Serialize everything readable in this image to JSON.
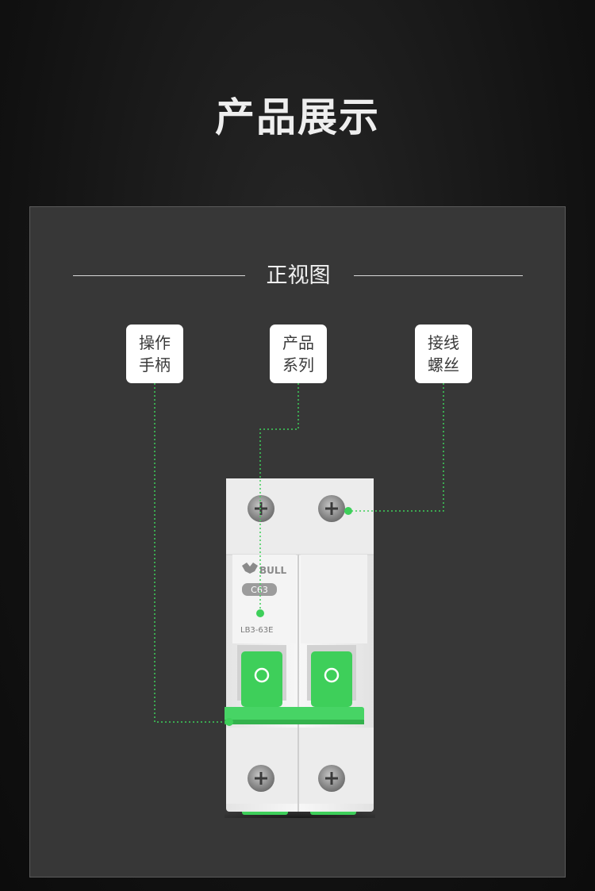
{
  "header": {
    "title": "产品展示"
  },
  "panel": {
    "section_title": "正视图",
    "labels": [
      {
        "line1": "操作",
        "line2": "手柄"
      },
      {
        "line1": "产品",
        "line2": "系列"
      },
      {
        "line1": "接线",
        "line2": "螺丝"
      }
    ]
  },
  "product": {
    "brand": "BULL",
    "rating": "C63",
    "model": "LB3-63E"
  },
  "colors": {
    "accent_green": "#3ecf5a",
    "panel_bg": "#373737"
  }
}
